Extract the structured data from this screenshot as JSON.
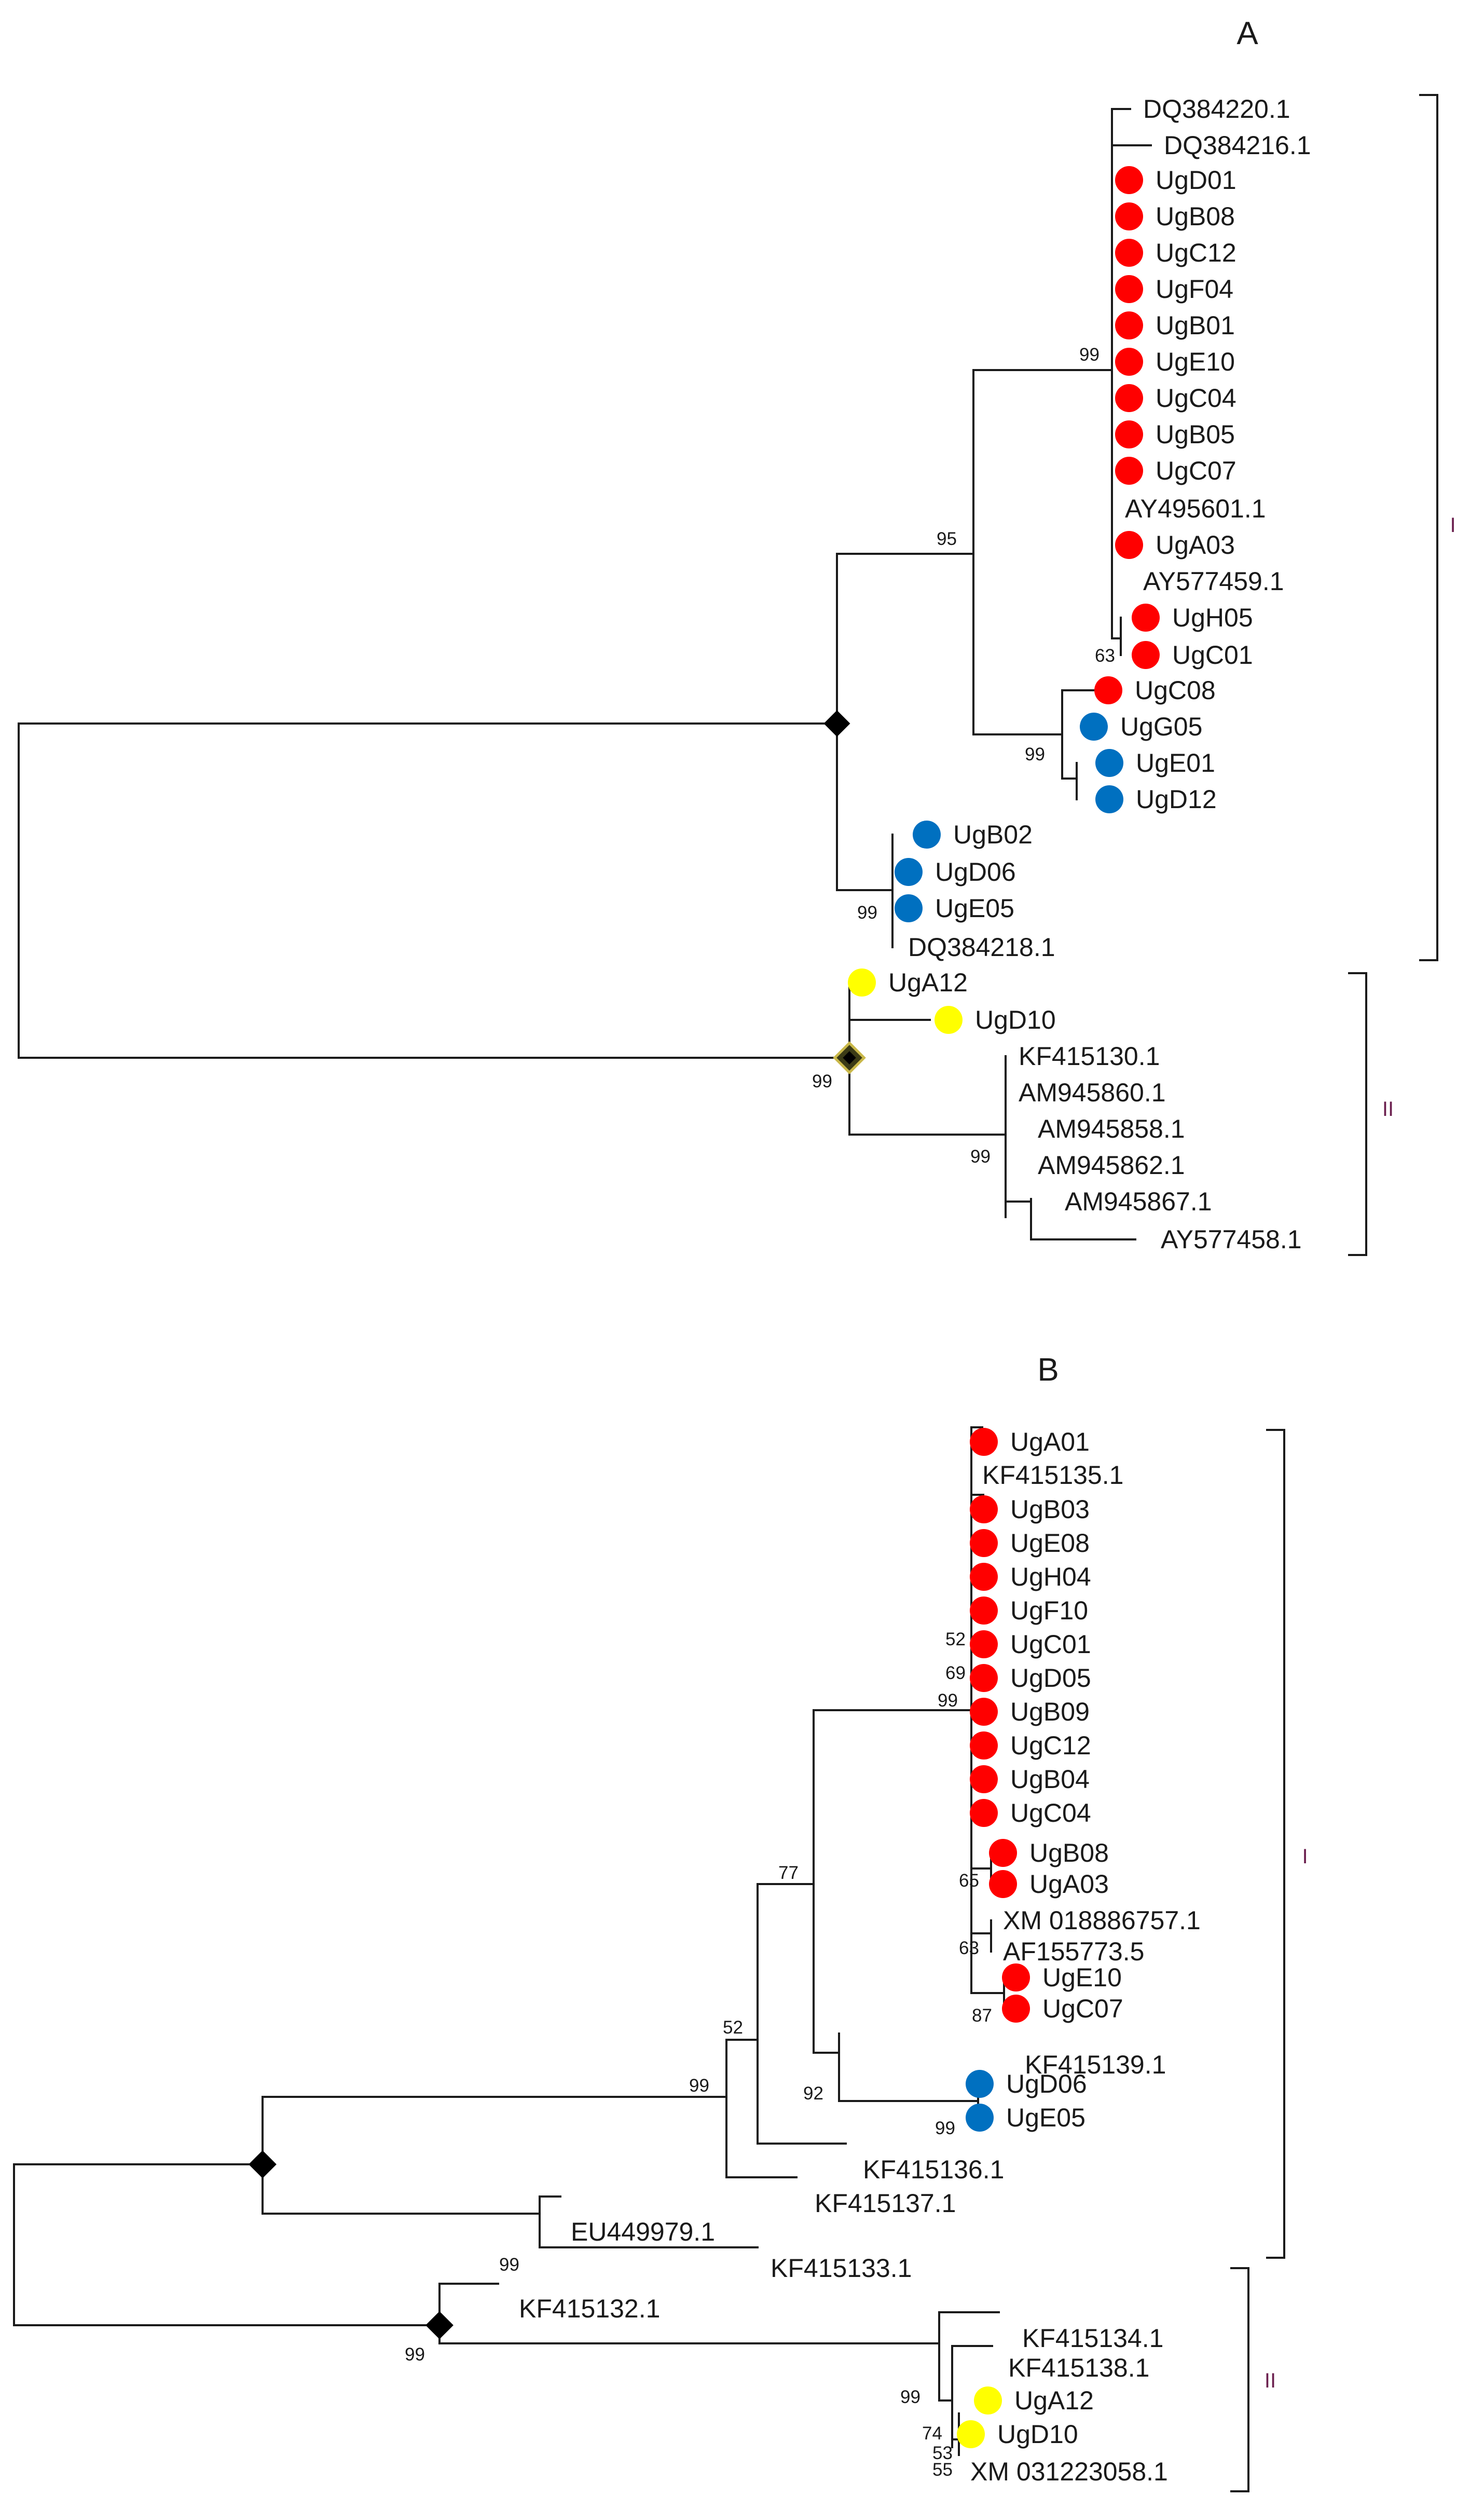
{
  "colors": {
    "red": "#ff0000",
    "blue": "#0070c0",
    "yellow": "#ffff00",
    "line": "#1a1a1a",
    "clade_label": "#6b1f4e"
  },
  "legend_markers": {
    "circle_fill": "taxon marker (red / blue / yellow)",
    "black_diamond": "node marker",
    "outlined_diamond": "node marker (panel A, clade II root)"
  },
  "panel_a": {
    "title": "A",
    "clades": [
      "I",
      "II"
    ],
    "bootstraps": [
      "99",
      "95",
      "63",
      "99",
      "99",
      "99",
      "99"
    ],
    "taxa": [
      {
        "name": "DQ384220.1",
        "marker": ""
      },
      {
        "name": "DQ384216.1",
        "marker": ""
      },
      {
        "name": "UgD01",
        "marker": "red"
      },
      {
        "name": "UgB08",
        "marker": "red"
      },
      {
        "name": "UgC12",
        "marker": "red"
      },
      {
        "name": "UgF04",
        "marker": "red"
      },
      {
        "name": "UgB01",
        "marker": "red"
      },
      {
        "name": "UgE10",
        "marker": "red"
      },
      {
        "name": "UgC04",
        "marker": "red"
      },
      {
        "name": "UgB05",
        "marker": "red"
      },
      {
        "name": "UgC07",
        "marker": "red"
      },
      {
        "name": "AY495601.1",
        "marker": ""
      },
      {
        "name": "UgA03",
        "marker": "red"
      },
      {
        "name": "AY577459.1",
        "marker": ""
      },
      {
        "name": "UgH05",
        "marker": "red"
      },
      {
        "name": "UgC01",
        "marker": "red"
      },
      {
        "name": "UgC08",
        "marker": "red"
      },
      {
        "name": "UgG05",
        "marker": "blue"
      },
      {
        "name": "UgE01",
        "marker": "blue"
      },
      {
        "name": "UgD12",
        "marker": "blue"
      },
      {
        "name": "UgB02",
        "marker": "blue"
      },
      {
        "name": "UgD06",
        "marker": "blue"
      },
      {
        "name": "UgE05",
        "marker": "blue"
      },
      {
        "name": "DQ384218.1",
        "marker": ""
      },
      {
        "name": "UgA12",
        "marker": "yellow"
      },
      {
        "name": "UgD10",
        "marker": "yellow"
      },
      {
        "name": "KF415130.1",
        "marker": ""
      },
      {
        "name": "AM945860.1",
        "marker": ""
      },
      {
        "name": "AM945858.1",
        "marker": ""
      },
      {
        "name": "AM945862.1",
        "marker": ""
      },
      {
        "name": "AM945867.1",
        "marker": ""
      },
      {
        "name": "AY577458.1",
        "marker": ""
      }
    ]
  },
  "panel_b": {
    "title": "B",
    "clades": [
      "I",
      "II"
    ],
    "bootstraps": [
      "52",
      "69",
      "99",
      "65",
      "63",
      "87",
      "77",
      "52",
      "92",
      "99",
      "99",
      "99",
      "99",
      "99",
      "74",
      "53",
      "55"
    ],
    "taxa": [
      {
        "name": "UgA01",
        "marker": "red"
      },
      {
        "name": "KF415135.1",
        "marker": ""
      },
      {
        "name": "UgB03",
        "marker": "red"
      },
      {
        "name": "UgE08",
        "marker": "red"
      },
      {
        "name": "UgH04",
        "marker": "red"
      },
      {
        "name": "UgF10",
        "marker": "red"
      },
      {
        "name": "UgC01",
        "marker": "red"
      },
      {
        "name": "UgD05",
        "marker": "red"
      },
      {
        "name": "UgB09",
        "marker": "red"
      },
      {
        "name": "UgC12",
        "marker": "red"
      },
      {
        "name": "UgB04",
        "marker": "red"
      },
      {
        "name": "UgC04",
        "marker": "red"
      },
      {
        "name": "UgB08",
        "marker": "red"
      },
      {
        "name": "UgA03",
        "marker": "red"
      },
      {
        "name": "XM 018886757.1",
        "marker": ""
      },
      {
        "name": "AF155773.5",
        "marker": ""
      },
      {
        "name": "UgE10",
        "marker": "red"
      },
      {
        "name": "UgC07",
        "marker": "red"
      },
      {
        "name": "KF415139.1",
        "marker": ""
      },
      {
        "name": "UgD06",
        "marker": "blue"
      },
      {
        "name": "UgE05",
        "marker": "blue"
      },
      {
        "name": "KF415136.1",
        "marker": ""
      },
      {
        "name": "KF415137.1",
        "marker": ""
      },
      {
        "name": "EU449979.1",
        "marker": ""
      },
      {
        "name": "KF415133.1",
        "marker": ""
      },
      {
        "name": "KF415132.1",
        "marker": ""
      },
      {
        "name": "KF415134.1",
        "marker": ""
      },
      {
        "name": "KF415138.1",
        "marker": ""
      },
      {
        "name": "UgA12",
        "marker": "yellow"
      },
      {
        "name": "UgD10",
        "marker": "yellow"
      },
      {
        "name": "XM 031223058.1",
        "marker": ""
      }
    ]
  }
}
